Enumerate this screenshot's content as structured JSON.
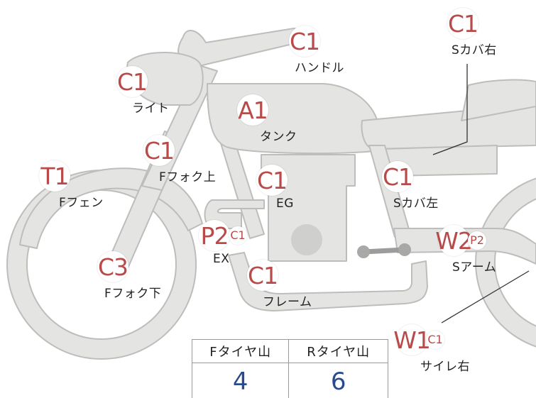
{
  "parts": [
    {
      "id": "handle",
      "badges": [
        "C1"
      ],
      "label": "ハンドル"
    },
    {
      "id": "light",
      "badges": [
        "C1"
      ],
      "label": "ライト"
    },
    {
      "id": "tank",
      "badges": [
        "A1"
      ],
      "label": "タンク"
    },
    {
      "id": "fork-upper",
      "badges": [
        "C1"
      ],
      "label": "Fフォク上"
    },
    {
      "id": "fender",
      "badges": [
        "T1"
      ],
      "label": "Fフェン"
    },
    {
      "id": "engine",
      "badges": [
        "C1"
      ],
      "label": "EG"
    },
    {
      "id": "side-cover-left",
      "badges": [
        "C1"
      ],
      "label": "Sカバ左"
    },
    {
      "id": "side-cover-right",
      "badges": [
        "C1"
      ],
      "label": "Sカバ右"
    },
    {
      "id": "exhaust",
      "badges": [
        "P2",
        "C1"
      ],
      "label": "EX"
    },
    {
      "id": "fork-lower",
      "badges": [
        "C3"
      ],
      "label": "Fフォク下"
    },
    {
      "id": "frame",
      "badges": [
        "C1"
      ],
      "label": "フレーム"
    },
    {
      "id": "swing-arm",
      "badges": [
        "W2",
        "P2"
      ],
      "label": "Sアーム"
    },
    {
      "id": "silencer-right",
      "badges": [
        "W1",
        "C1"
      ],
      "label": "サイレ右"
    }
  ],
  "tire_table": {
    "front_header": "Fタイヤ山",
    "rear_header": "Rタイヤ山",
    "front_value": "4",
    "rear_value": "6"
  },
  "colors": {
    "badge_text": "#b84a4a",
    "bike_fill": "#e4e4e2",
    "bike_stroke": "#bdbdbb",
    "value_text": "#2a4a8e"
  }
}
